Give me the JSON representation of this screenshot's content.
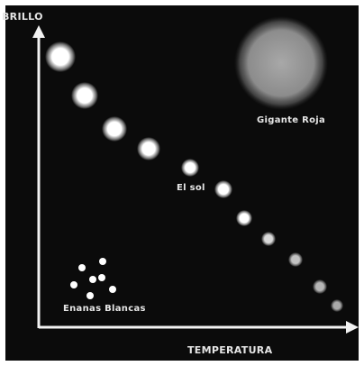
{
  "labels": {
    "y_axis": "BRILLO",
    "x_axis": "TEMPERATURA",
    "sun": "El sol",
    "red_giant": "Gigante Roja",
    "white_dwarfs": "Enanas Blancas"
  },
  "colors": {
    "background": "#0b0b0b",
    "frame": "#ffffff",
    "axis": "#f2f2f2",
    "star": "#ffffff",
    "giant": "#9a9a9a",
    "text": "#e6e6e6"
  }
}
